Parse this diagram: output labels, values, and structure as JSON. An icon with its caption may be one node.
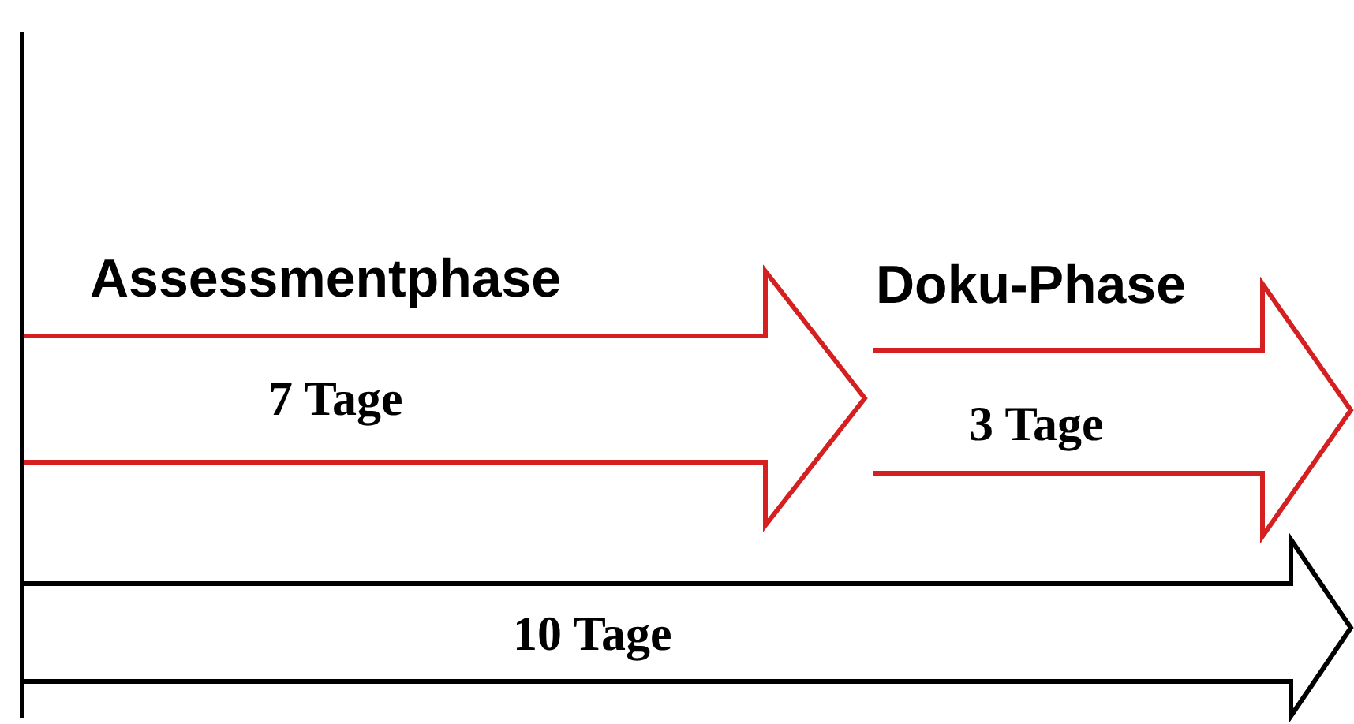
{
  "diagram": {
    "nodes": [
      {
        "text": [
          "Assessmentphase",
          "7 Tage"
        ]
      },
      {
        "text": [
          "Doku-Phase",
          "3 Tage"
        ]
      },
      {
        "text": [
          "10 Tage"
        ]
      }
    ]
  }
}
